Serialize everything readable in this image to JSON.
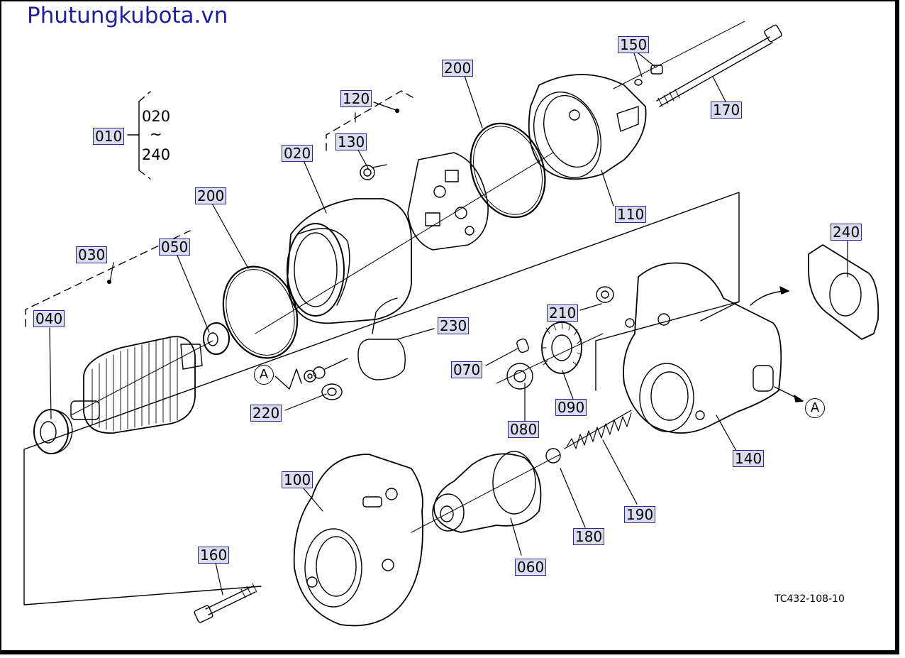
{
  "site_title": "Phutungkubota.vn",
  "diagram_code": "TC432-108-10",
  "group": {
    "label": "010",
    "range_start": "020",
    "range_sep": "~",
    "range_end": "240"
  },
  "ref_marker": "A",
  "callouts": {
    "p020": "020",
    "p030": "030",
    "p040": "040",
    "p050": "050",
    "p060": "060",
    "p070": "070",
    "p080": "080",
    "p090": "090",
    "p100": "100",
    "p110": "110",
    "p120": "120",
    "p130": "130",
    "p140": "140",
    "p150": "150",
    "p160": "160",
    "p170": "170",
    "p180": "180",
    "p190": "190",
    "p200a": "200",
    "p200b": "200",
    "p210": "210",
    "p220": "220",
    "p230": "230",
    "p240": "240"
  }
}
